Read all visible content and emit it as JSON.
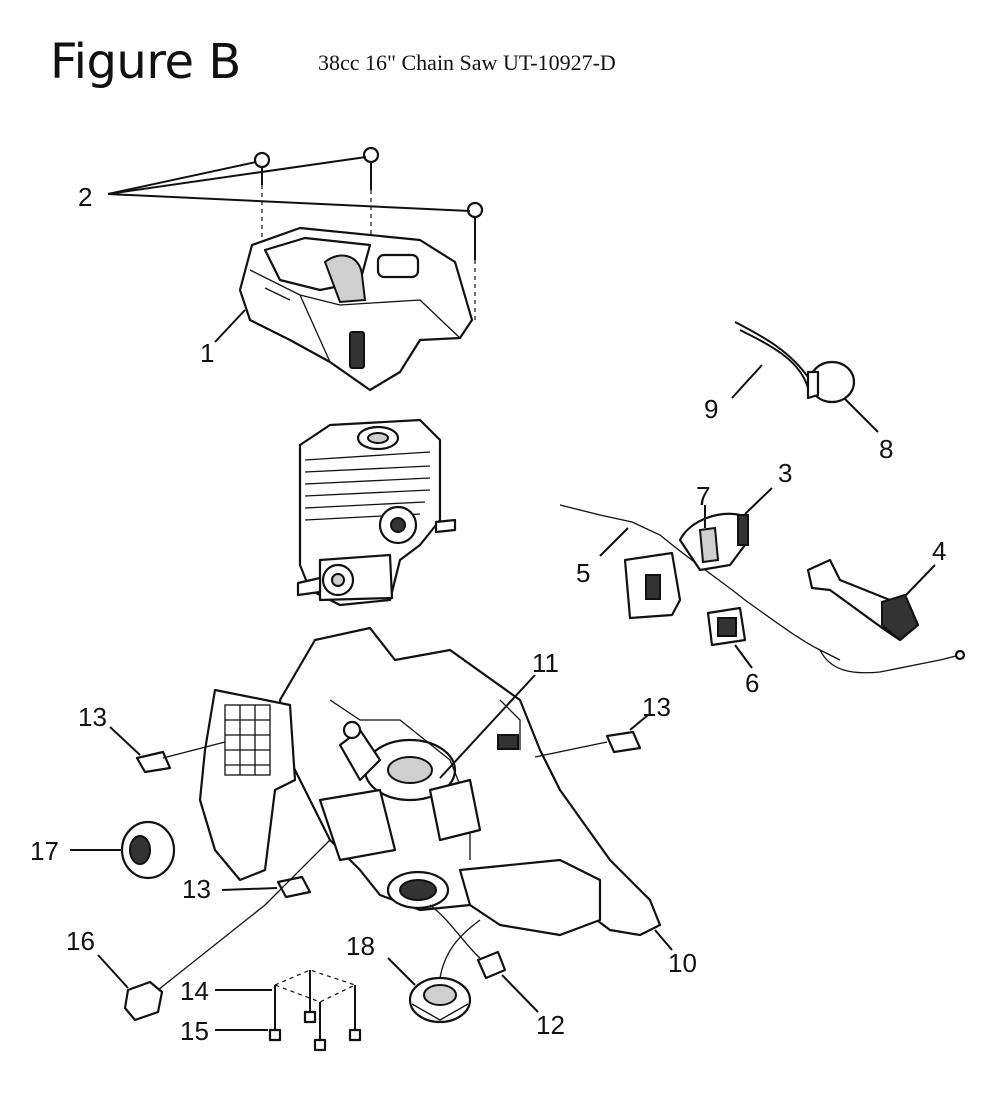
{
  "figure": {
    "title": "Figure B",
    "subtitle": "38cc 16\" Chain Saw UT-10927-D"
  },
  "callouts": [
    {
      "id": "1",
      "label": "1"
    },
    {
      "id": "2",
      "label": "2"
    },
    {
      "id": "3",
      "label": "3"
    },
    {
      "id": "4",
      "label": "4"
    },
    {
      "id": "5",
      "label": "5"
    },
    {
      "id": "6",
      "label": "6"
    },
    {
      "id": "7",
      "label": "7"
    },
    {
      "id": "8",
      "label": "8"
    },
    {
      "id": "9",
      "label": "9"
    },
    {
      "id": "10",
      "label": "10"
    },
    {
      "id": "11",
      "label": "11"
    },
    {
      "id": "12",
      "label": "12"
    },
    {
      "id": "13a",
      "label": "13"
    },
    {
      "id": "13b",
      "label": "13"
    },
    {
      "id": "13c",
      "label": "13"
    },
    {
      "id": "14",
      "label": "14"
    },
    {
      "id": "15",
      "label": "15"
    },
    {
      "id": "16",
      "label": "16"
    },
    {
      "id": "17",
      "label": "17"
    },
    {
      "id": "18",
      "label": "18"
    }
  ]
}
